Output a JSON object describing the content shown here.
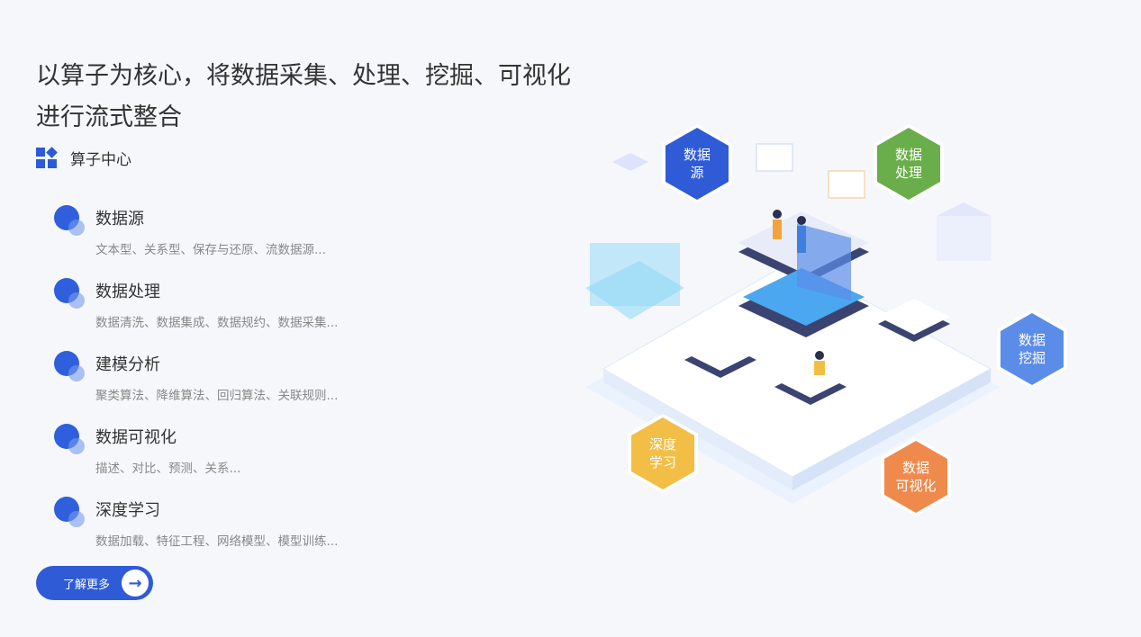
{
  "headline": "以算子为核心，将数据采集、处理、挖掘、可视化进行流式整合",
  "section_label": "算子中心",
  "items": [
    {
      "title": "数据源",
      "desc": "文本型、关系型、保存与还原、流数据源..."
    },
    {
      "title": "数据处理",
      "desc": "数据清洗、数据集成、数据规约、数据采集..."
    },
    {
      "title": "建模分析",
      "desc": "聚类算法、降维算法、回归算法、关联规则..."
    },
    {
      "title": "数据可视化",
      "desc": "描述、对比、预测、关系..."
    },
    {
      "title": "深度学习",
      "desc": "数据加载、特征工程、网络模型、模型训练..."
    }
  ],
  "more_label": "了解更多",
  "hexes": [
    {
      "label1": "数据",
      "label2": "源",
      "color": "#2f5bd6"
    },
    {
      "label1": "数据",
      "label2": "处理",
      "color": "#6aae4b"
    },
    {
      "label1": "数据",
      "label2": "挖掘",
      "color": "#5b8de8"
    },
    {
      "label1": "数据",
      "label2": "可视化",
      "color": "#ef8a4c"
    },
    {
      "label1": "深度",
      "label2": "学习",
      "color": "#f2be45"
    }
  ]
}
